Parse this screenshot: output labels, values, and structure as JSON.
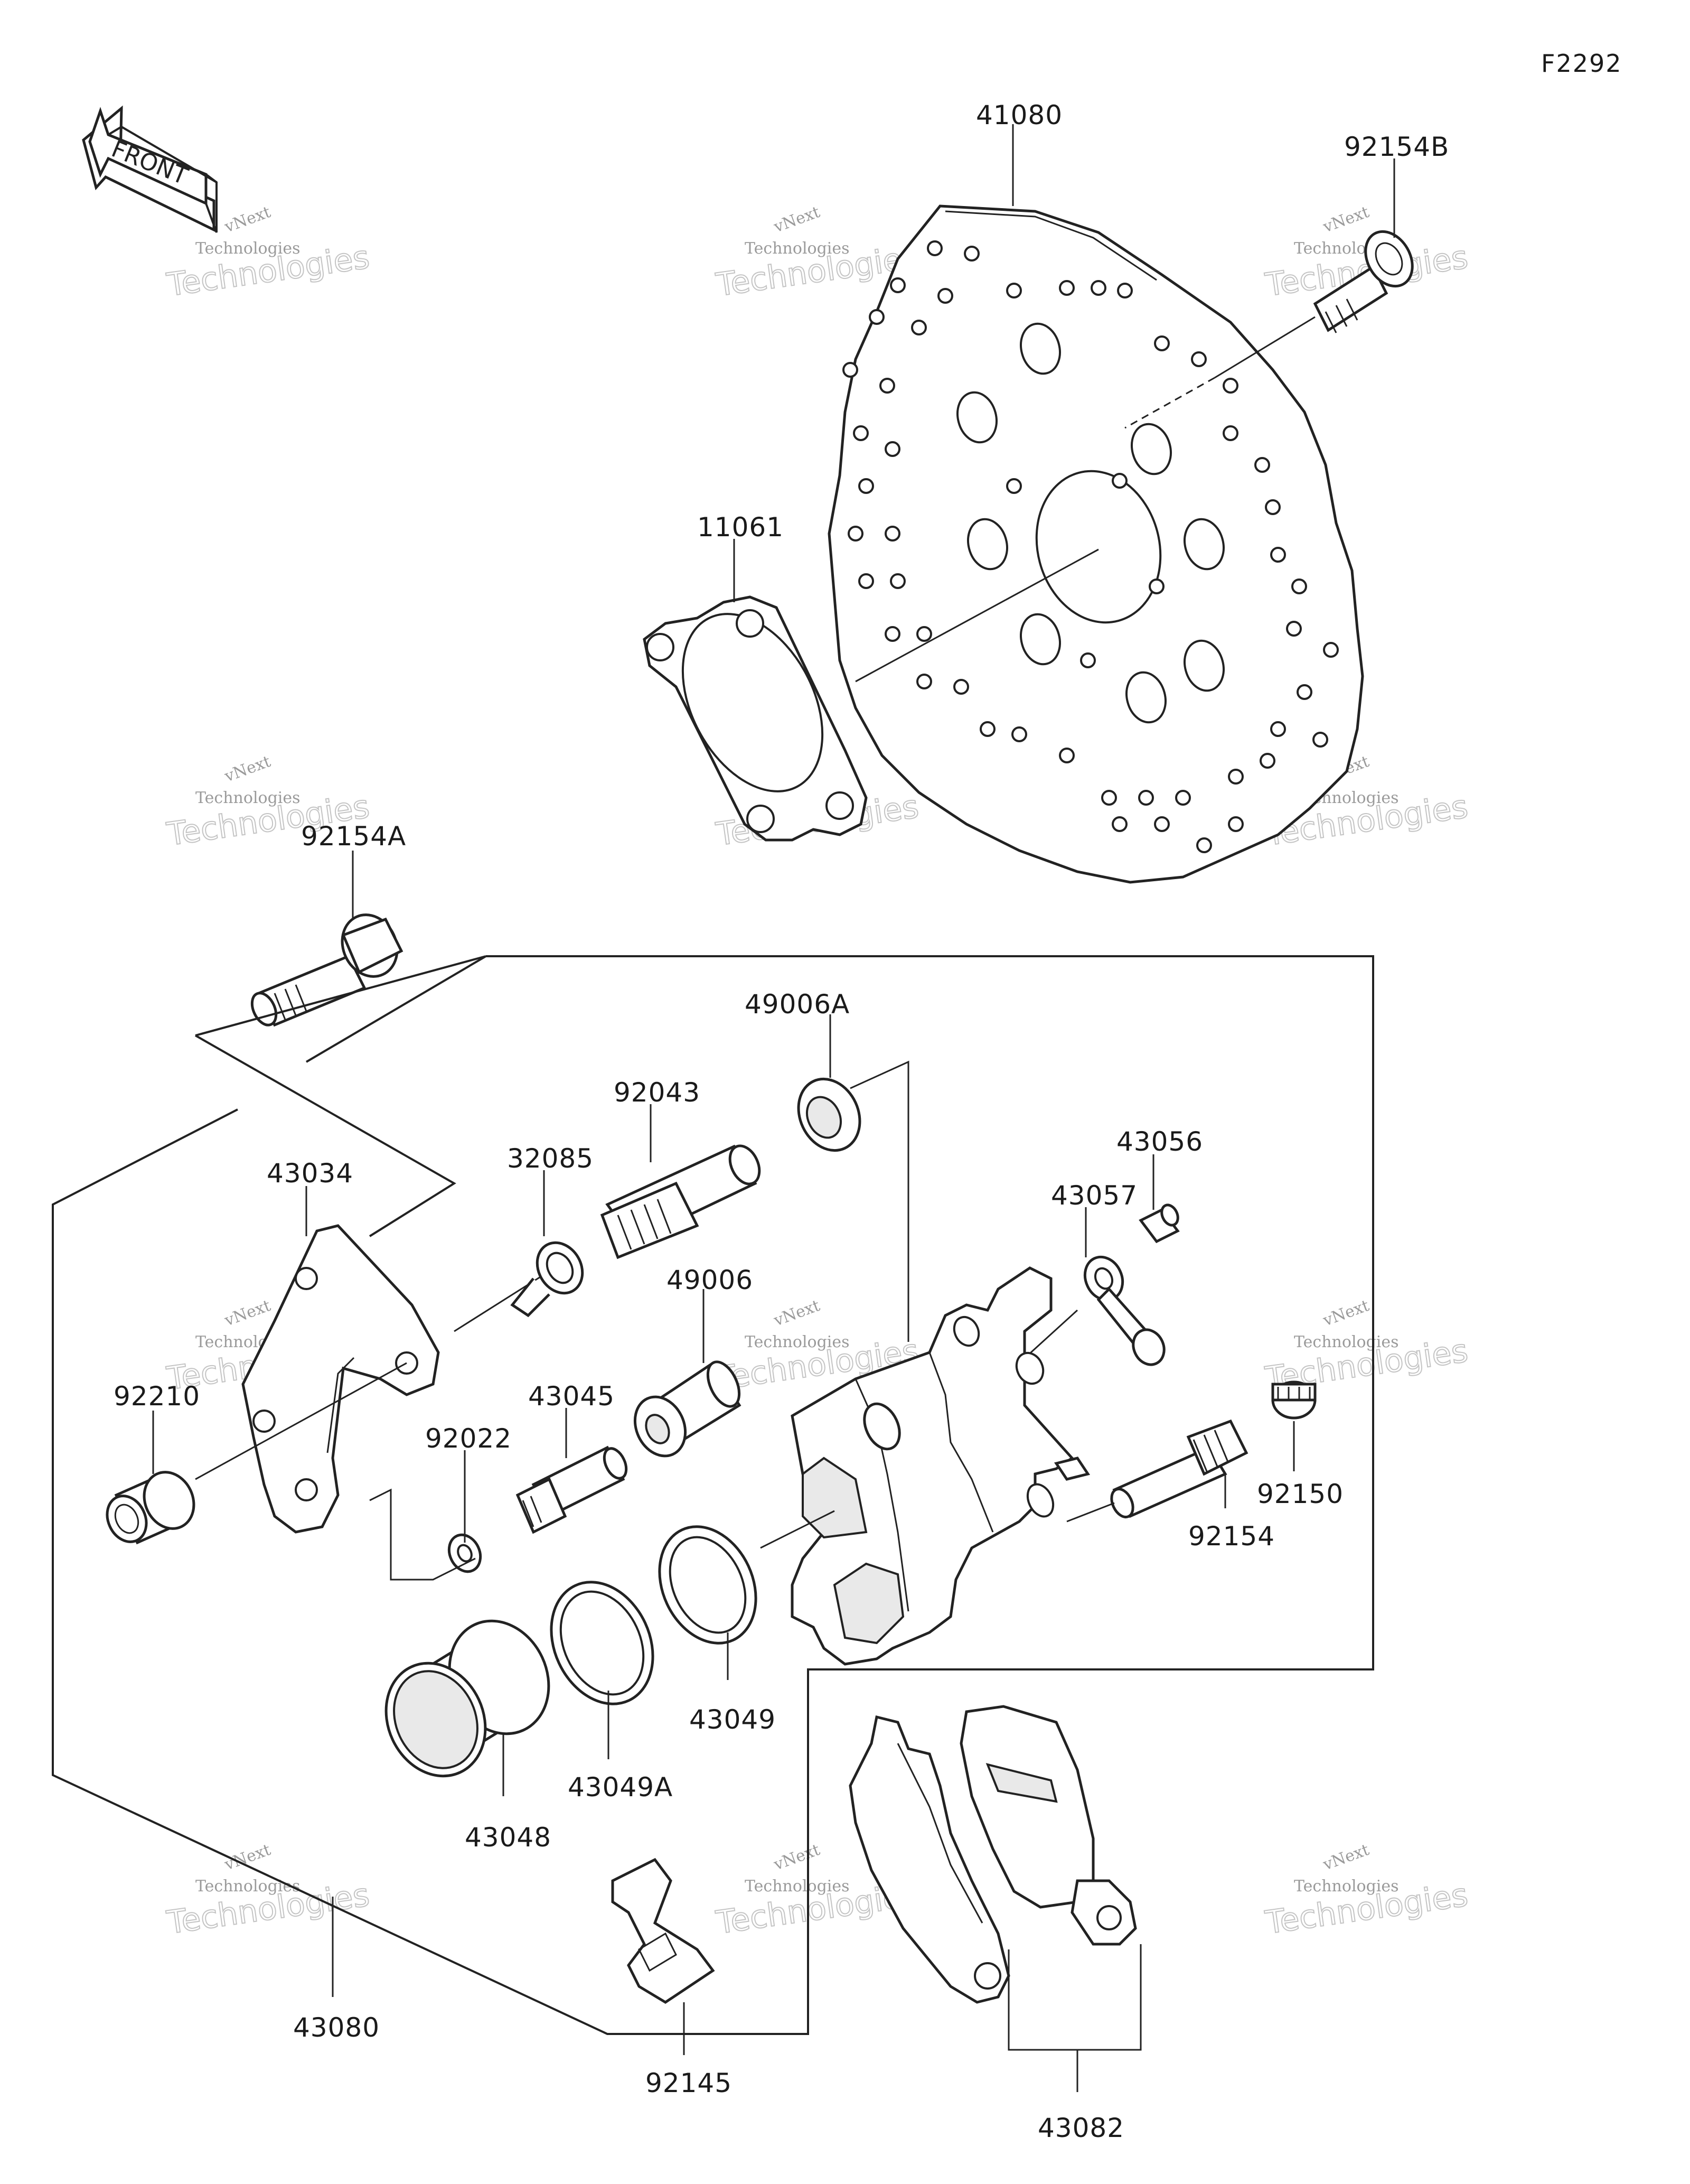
{
  "figure_id": "F2292",
  "front_arrow": {
    "text": "FRONT",
    "icon": "front-direction-arrow-icon"
  },
  "watermark": {
    "line1": "vNext",
    "line2": "Technologies"
  },
  "parts": {
    "p41080": "41080",
    "p92154B": "92154B",
    "p11061": "11061",
    "p92154A": "92154A",
    "p49006A": "49006A",
    "p92043": "92043",
    "p43056": "43056",
    "p32085": "32085",
    "p43057": "43057",
    "p43034": "43034",
    "p49006": "49006",
    "p92210": "92210",
    "p43045": "43045",
    "p92022": "92022",
    "p92150": "92150",
    "p92154": "92154",
    "p43049": "43049",
    "p43049A": "43049A",
    "p43048": "43048",
    "p92145": "92145",
    "p43080": "43080",
    "p43082": "43082"
  }
}
